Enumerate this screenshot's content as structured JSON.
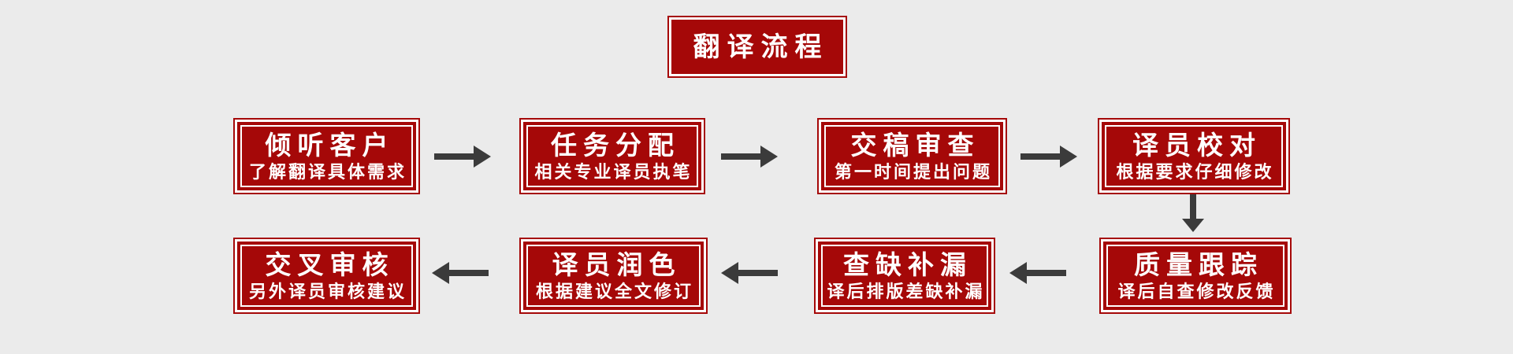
{
  "colors": {
    "box_red": "#a50808",
    "border_white": "#ffffff",
    "arrow_gray": "#3b3b3b",
    "background_gray": "#ebebeb",
    "text_white": "#ffffff"
  },
  "title": {
    "label": "翻译流程"
  },
  "flow": {
    "top_row": [
      {
        "title": "倾听客户",
        "subtitle": "了解翻译具体需求"
      },
      {
        "title": "任务分配",
        "subtitle": "相关专业译员执笔"
      },
      {
        "title": "交稿审查",
        "subtitle": "第一时间提出问题"
      },
      {
        "title": "译员校对",
        "subtitle": "根据要求仔细修改"
      }
    ],
    "bottom_row": [
      {
        "title": "质量跟踪",
        "subtitle": "译后自查修改反馈"
      },
      {
        "title": "查缺补漏",
        "subtitle": "译后排版差缺补漏"
      },
      {
        "title": "译员润色",
        "subtitle": "根据建议全文修订"
      },
      {
        "title": "交叉审核",
        "subtitle": "另外译员审核建议"
      }
    ],
    "icons": {
      "arrow_right": "→",
      "arrow_left": "←",
      "arrow_down": "↓"
    }
  }
}
